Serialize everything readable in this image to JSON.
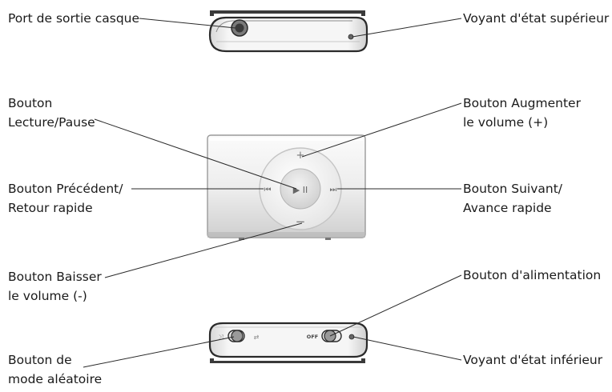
{
  "labels": {
    "headphone_port": [
      "Port de sortie casque"
    ],
    "top_status_light": [
      "Voyant d'état supérieur"
    ],
    "play_pause": [
      "Bouton",
      "Lecture/Pause"
    ],
    "volume_up": [
      "Bouton Augmenter",
      "le volume (+)"
    ],
    "previous": [
      "Bouton Précédent/",
      "Retour rapide"
    ],
    "next": [
      "Bouton Suivant/",
      "Avance rapide"
    ],
    "volume_down": [
      "Bouton Baisser",
      "le volume (-)"
    ],
    "power": [
      "Bouton d'alimentation"
    ],
    "shuffle": [
      "Bouton de",
      "mode aléatoire"
    ],
    "bottom_status_light": [
      "Voyant d'état inférieur"
    ]
  },
  "device_marks": {
    "plus": "+",
    "minus": "−",
    "play_pause": "▶ II",
    "prev": "⏮",
    "next": "⏭",
    "off": "OFF"
  },
  "colors": {
    "line": "#2a2a2a",
    "body_light": "#f4f4f4",
    "body_mid": "#dcdcdc",
    "body_dark": "#a8a8a8"
  }
}
